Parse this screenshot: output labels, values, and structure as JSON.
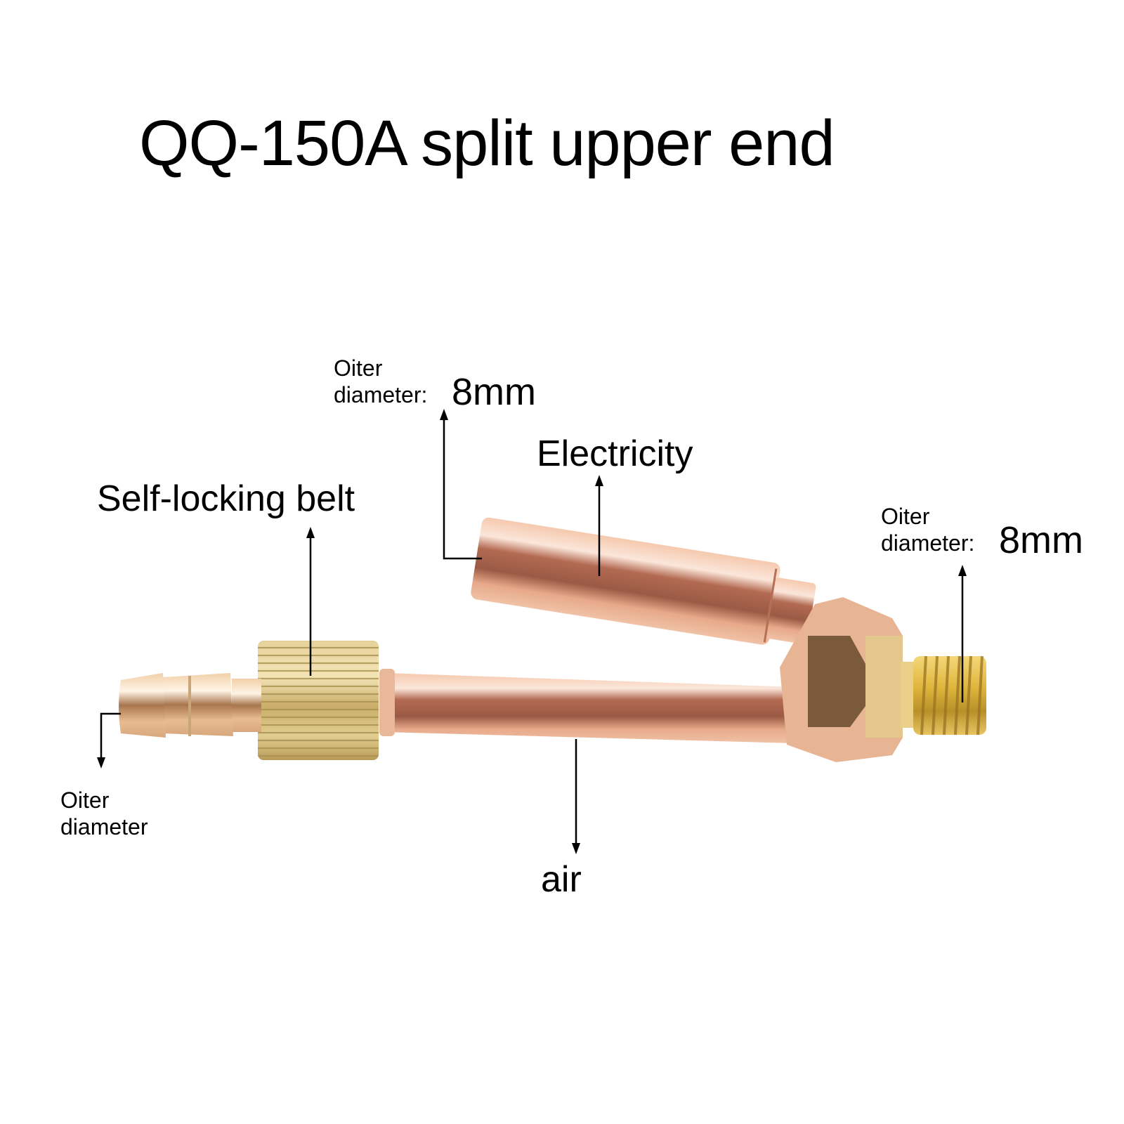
{
  "title": "QQ-150A split upper end",
  "callouts": {
    "top_outer_diameter": {
      "label_line1": "Oiter",
      "label_line2": "diameter:",
      "value": "8mm"
    },
    "right_outer_diameter": {
      "label_line1": "Oiter",
      "label_line2": "diameter:",
      "value": "8mm"
    },
    "left_outer_diameter": {
      "label_line1": "Oiter",
      "label_line2": "diameter"
    },
    "electricity": {
      "label": "Electricity"
    },
    "self_locking_belt": {
      "label": "Self-locking belt"
    },
    "air": {
      "label": "air"
    }
  },
  "colors": {
    "background": "#ffffff",
    "text": "#000000",
    "copper_light": "#f3c3a6",
    "copper_mid": "#d98c6a",
    "copper_dark": "#9a5a45",
    "brass_light": "#efdca0",
    "brass_mid": "#d4b46a",
    "brass_dark": "#8f7a45",
    "arrow": "#000000"
  },
  "product": {
    "parts": [
      "electricity-tube",
      "air-tube",
      "self-locking-nut",
      "hose-barb",
      "hex-fitting",
      "threaded-end"
    ]
  }
}
